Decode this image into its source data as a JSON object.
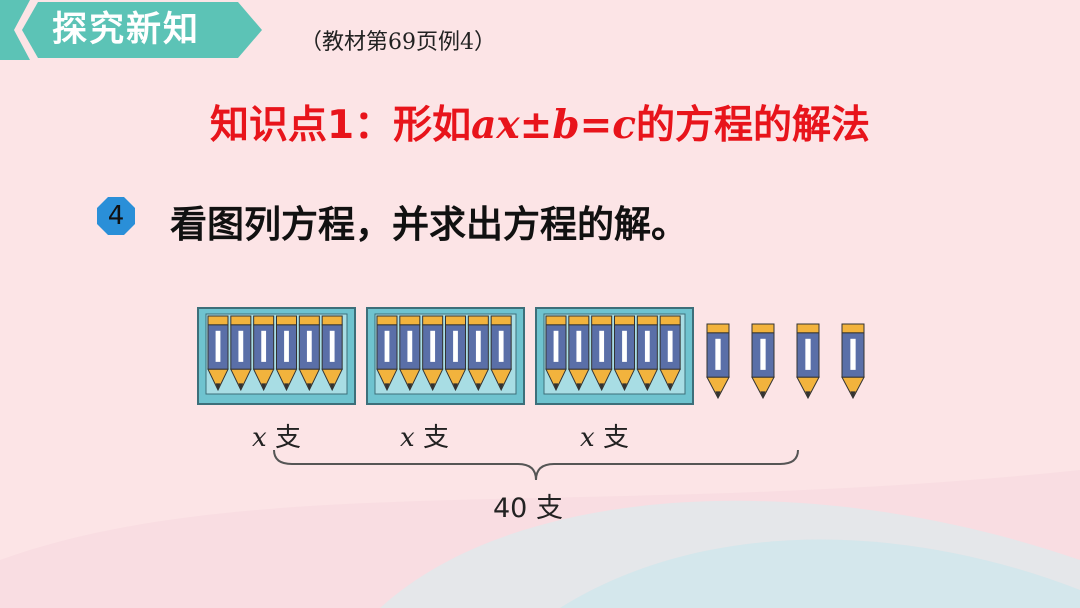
{
  "banner": {
    "label": "探究新知"
  },
  "reference": "（教材第69页例4）",
  "knowledge_point": {
    "prefix": "知识点1：形如",
    "v1": "ax",
    "op": "±",
    "v2": "b",
    "eq": "=",
    "v3": "c",
    "suffix": "的方程的解法"
  },
  "problem": {
    "number": "4",
    "text": "看图列方程，并求出方程的解。"
  },
  "figure": {
    "box_count": 3,
    "pencils_per_box": 6,
    "loose_pencils": 4,
    "labels": [
      {
        "var": "x",
        "unit": "支"
      },
      {
        "var": "x",
        "unit": "支"
      },
      {
        "var": "x",
        "unit": "支"
      }
    ],
    "total": "40 支"
  },
  "colors": {
    "banner": "#5cc3b6",
    "title": "#e8141b",
    "badge": "#2a8fd8",
    "box": "#6fc3cf",
    "pencil_body": "#5a6fa8",
    "pencil_tip": "#f2b33d"
  }
}
